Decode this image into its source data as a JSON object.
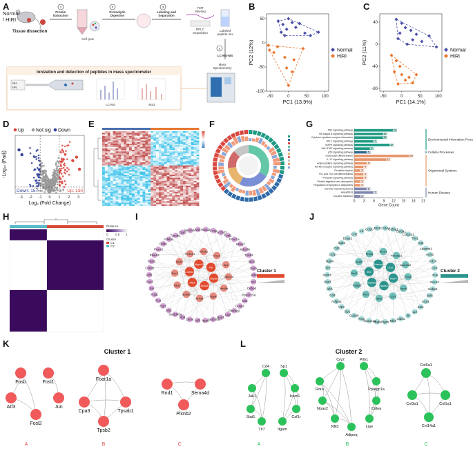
{
  "panel_labels": [
    "A",
    "B",
    "C",
    "D",
    "E",
    "F",
    "G",
    "H",
    "I",
    "J",
    "K",
    "L"
  ],
  "panelA": {
    "subject": "Normal\n/ HIRI",
    "subject_line1": "Normal",
    "subject_line2": "/ HIRI",
    "tissue": "Tissue dissection",
    "steps": [
      {
        "num": "1",
        "label1": "Protein",
        "label2": "Extraction"
      },
      {
        "num": "2",
        "label1": "Proteolytic",
        "label2": "Digestion"
      },
      {
        "num": "3",
        "label1": "Labeling and",
        "label2": "Separation"
      },
      {
        "num": "4",
        "label1": "LC-MS-MS",
        "label2": ""
      }
    ],
    "cell_lysis": "Cell lysis",
    "tmt": "TMT",
    "tmt2": "labeling",
    "rplc": "RPLC",
    "rplc2": "Separation",
    "labeled1": "Labeled",
    "labeled2": "peptide mix",
    "mass1": "Mass",
    "mass2": "Spectrometry",
    "ionization": "Ionization and detection of peptides in mass spectrometer",
    "lcms": "LC-MS",
    "ms2": "MS2",
    "nh2": "NH",
    "hn": "HN"
  },
  "pca_colors": {
    "normal": "#4b4fa6",
    "hiri": "#e8772e"
  },
  "chart_data": [
    {
      "type": "scatter",
      "panel": "B",
      "xlabel": "PC1 (13.9%)",
      "ylabel": "PC2 (12%)",
      "xlim": [
        -60,
        110
      ],
      "ylim": [
        -100,
        60
      ],
      "xticks": [
        -50,
        0,
        50,
        100
      ],
      "yticks": [
        -100,
        -50,
        0,
        50
      ],
      "legend": "right",
      "series": [
        {
          "name": "Normal",
          "points": [
            [
              -28,
              45
            ],
            [
              -15,
              38
            ],
            [
              0,
              50
            ],
            [
              10,
              42
            ],
            [
              20,
              32
            ],
            [
              -5,
              28
            ],
            [
              30,
              40
            ],
            [
              45,
              20
            ],
            [
              -20,
              22
            ],
            [
              60,
              15
            ],
            [
              82,
              22
            ],
            [
              -10,
              15
            ]
          ]
        },
        {
          "name": "HIRI",
          "points": [
            [
              -55,
              -5
            ],
            [
              -52,
              -15
            ],
            [
              -40,
              -20
            ],
            [
              -10,
              -30
            ],
            [
              15,
              -35
            ],
            [
              -5,
              -52
            ],
            [
              10,
              -60
            ],
            [
              0,
              -88
            ],
            [
              40,
              -12
            ],
            [
              -30,
              -8
            ]
          ]
        }
      ]
    },
    {
      "type": "scatter",
      "panel": "C",
      "xlabel": "PC1 (14.1%)",
      "ylabel": "PC2 (11%)",
      "xlim": [
        -60,
        110
      ],
      "ylim": [
        -85,
        55
      ],
      "xticks": [
        -50,
        0,
        50,
        100
      ],
      "yticks": [
        -80,
        -40,
        0,
        40
      ],
      "legend": "right",
      "series": [
        {
          "name": "Normal",
          "points": [
            [
              -15,
              45
            ],
            [
              0,
              38
            ],
            [
              10,
              30
            ],
            [
              25,
              25
            ],
            [
              -5,
              20
            ],
            [
              40,
              18
            ],
            [
              30,
              8
            ],
            [
              75,
              15
            ],
            [
              95,
              -5
            ],
            [
              -10,
              10
            ],
            [
              15,
              0
            ],
            [
              55,
              5
            ]
          ]
        },
        {
          "name": "HIRI",
          "points": [
            [
              -28,
              -20
            ],
            [
              -15,
              -30
            ],
            [
              -5,
              -40
            ],
            [
              0,
              -55
            ],
            [
              20,
              -60
            ],
            [
              10,
              -65
            ],
            [
              30,
              -70
            ],
            [
              -20,
              -50
            ],
            [
              40,
              -55
            ],
            [
              -10,
              -72
            ]
          ]
        }
      ]
    },
    {
      "type": "scatter",
      "panel": "D",
      "xlabel": "Log₂ (Fold Change)",
      "ylabel": "-Log₁₀ (Padj)",
      "xticks": [
        -3,
        -2,
        -1,
        0,
        1,
        2,
        3
      ],
      "legend_entries": [
        "Up",
        "Not sig",
        "Down"
      ],
      "down_label": "Down: 157",
      "up_label": "Up: 130",
      "colors": {
        "up": "#d9473f",
        "notsig": "#9a9a9a",
        "down": "#2b3d97"
      }
    },
    {
      "type": "bar",
      "panel": "G",
      "xlabel": "Gene Count",
      "xlim": [
        0,
        21
      ],
      "xticks": [
        0,
        3,
        6,
        9,
        12,
        15,
        18,
        21
      ],
      "categories": [
        "TNF signaling pathway",
        "NF-kappa B signaling pathway",
        "Cytokine-cytokine receptor interaction",
        "HIF-1 signaling pathway",
        "MAPK signaling pathway",
        "JAK-STAT signaling pathway",
        "p53 signaling pathway",
        "Osteoclast differentiation",
        "IL-17 signaling pathway",
        "Adipocytokine signaling pathway",
        "Toll-like receptor signaling pathway",
        "Circadian rhythm",
        "Th1 and Th2 cell differentiation",
        "Prolactin signaling pathway",
        "Protein digestion and absorption",
        "Regulation of lipolysis in adipocytes",
        "Chronic myeloid leukemia",
        "Hepatitis B",
        "Cocaine addiction"
      ],
      "values": [
        13,
        10,
        10,
        7,
        12,
        6,
        5,
        18,
        11,
        5,
        4,
        3,
        4,
        4,
        3,
        3,
        5,
        7,
        3
      ],
      "groups": [
        0,
        0,
        0,
        0,
        0,
        0,
        1,
        2,
        2,
        2,
        2,
        2,
        2,
        2,
        2,
        2,
        3,
        3,
        3
      ],
      "group_names": [
        "Environmental Information Processing",
        "Cellular Processes",
        "Organismal Systems",
        "Human Disease"
      ],
      "group_colors": [
        "#1f9b84",
        "#2f6a8f",
        "#e8956a",
        "#7f87b0"
      ]
    }
  ],
  "panelH": {
    "legend_title": "Distance",
    "ticks": [
      "0",
      "0.5",
      "1"
    ],
    "cluster_title": "Cluster",
    "clusters": [
      "C1",
      "C2"
    ]
  },
  "panelI": {
    "cluster": "Cluster 1",
    "nodes": [
      "Hspa8",
      "Nr4a3",
      "Ptk2",
      "Lamb2",
      "Mypn2",
      "Fst",
      "Wnt5b",
      "Itgb4",
      "Nr4a3",
      "Spata9",
      "Hey1",
      "Sox4",
      "Wnt1",
      "Plekhb1",
      "Prkcb1",
      "Hey2",
      "Sp1",
      "Cdkn1a",
      "Plekhg2",
      "Ctgf",
      "Rnd1",
      "Gadd45b",
      "Itga8",
      "Atf3",
      "Dnmt",
      "Nfat",
      "Gadd45a",
      "Mcl",
      "Egr1",
      "Fos",
      "Fosb",
      "Jun",
      "Per2",
      "Atf5",
      "Ccnd1",
      "Fosl2",
      "Plxnb2",
      "Foxo3",
      "Ddit4",
      "Nfkbia",
      "Tpsab1",
      "Cpa3",
      "Sema4d",
      "Mt2",
      "Rasd1",
      "Foxo",
      "Tsc22d3",
      "Fosl1",
      "Foar1a",
      "Hbegf",
      "Kdm6b",
      "Tpsb2",
      "Bcl3",
      "Gem",
      "Klf4",
      "Ier3",
      "Cebpd",
      "Ppp1r15a",
      "Mt1",
      "Dusp1"
    ]
  },
  "panelJ": {
    "cluster": "Cluster 2",
    "nodes": [
      "Rbp4",
      "Npas2",
      "Map3k8",
      "Ifit2",
      "Nampt",
      "Cry2",
      "Apoh",
      "Ccrl1",
      "Ntrk2",
      "Per1",
      "Tnfaip3",
      "Sorl1",
      "Acsl5",
      "Pparg",
      "Nr1d1",
      "Tnfrsf11a",
      "Adamts5",
      "Cxcl1",
      "Lpl",
      "Il6",
      "Cidea",
      "Nfil3",
      "Ptgds",
      "Vegfa",
      "Ppargc1a",
      "Areg",
      "Cd180",
      "Sp1",
      "Lipe",
      "Adipoq",
      "Cd4",
      "Jak1",
      "Stat1",
      "Icam1",
      "Tlr7",
      "Itgam",
      "Csf1r",
      "Cd3",
      "Itgb2",
      "Dusp2",
      "Ccl2",
      "Lif",
      "Ccl2b",
      "Ets1",
      "Col1a1",
      "Col5a1",
      "Col3a1",
      "Col14a1",
      "Thy1",
      "Klf4",
      "Adamts1",
      "Acsl1",
      "Cd14",
      "Dcn",
      "Fos",
      "Socs3",
      "Cebpb",
      "Bcl6",
      "Loxl1",
      "Sel1"
    ]
  },
  "panelK": {
    "title": "Cluster 1",
    "groups": [
      {
        "label": "A",
        "nodes": [
          "Fosb",
          "Fosl1",
          "Atf3",
          "Jun",
          "Fosl2"
        ]
      },
      {
        "label": "B",
        "nodes": [
          "Foar1a",
          "Cpa3",
          "Tpsab1",
          "Tpsb2"
        ]
      },
      {
        "label": "C",
        "nodes": [
          "Rnd1",
          "Sema4d",
          "Plxnb2"
        ]
      }
    ]
  },
  "panelL": {
    "title": "Cluster 2",
    "groups": [
      {
        "label": "A",
        "nodes": [
          "Cd4",
          "Sp1",
          "Jak1",
          "Icam1",
          "Stat1",
          "Csf1r",
          "Tlr7",
          "Itgam"
        ]
      },
      {
        "label": "B",
        "nodes": [
          "Cry2",
          "Plin1",
          "Rora",
          "Ppargc1a",
          "Npas2",
          "Cidea",
          "Nfil3",
          "Lipe",
          "Adipoq"
        ]
      },
      {
        "label": "C",
        "nodes": [
          "Col5a1",
          "Col3a1",
          "Col1a1",
          "Col14a1"
        ]
      }
    ]
  },
  "colors": {
    "red_node": "#f05a5a",
    "green_node": "#2cc25b",
    "teal_dark": "#0d6f67",
    "teal_light": "#a8dcd9"
  }
}
